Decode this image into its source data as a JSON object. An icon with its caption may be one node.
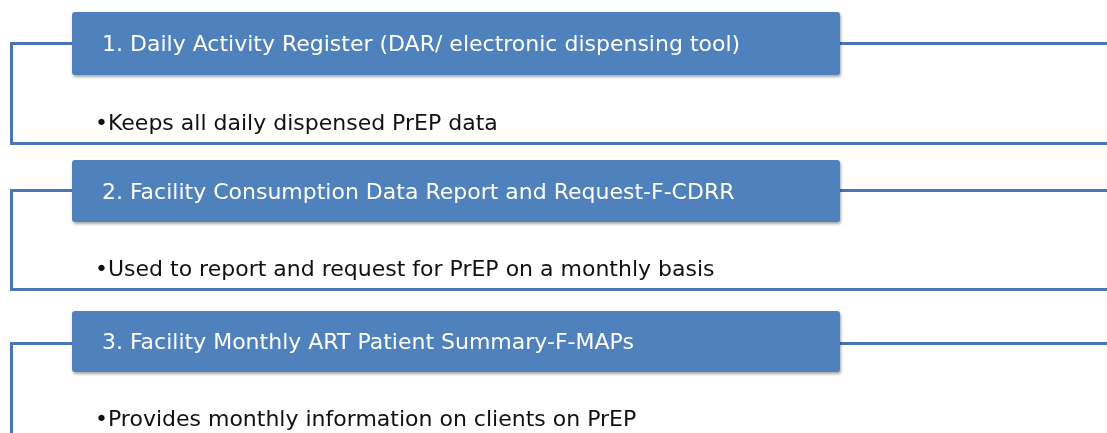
{
  "diagram": {
    "nodes": [
      {
        "text": [
          "1. Daily Activity Register (DAR/ electronic dispensing tool)"
        ]
      },
      {
        "text": [
          "•Keeps all daily dispensed PrEP data"
        ]
      },
      {
        "text": [
          "2. Facility Consumption Data Report and Request-F-CDRR"
        ]
      },
      {
        "text": [
          "•Used to report and request for PrEP on a monthly basis"
        ]
      },
      {
        "text": [
          "3. Facility Monthly ART Patient Summary-F-MAPs"
        ]
      },
      {
        "text": [
          "•Provides monthly information on clients on PrEP"
        ]
      }
    ],
    "edges": []
  }
}
